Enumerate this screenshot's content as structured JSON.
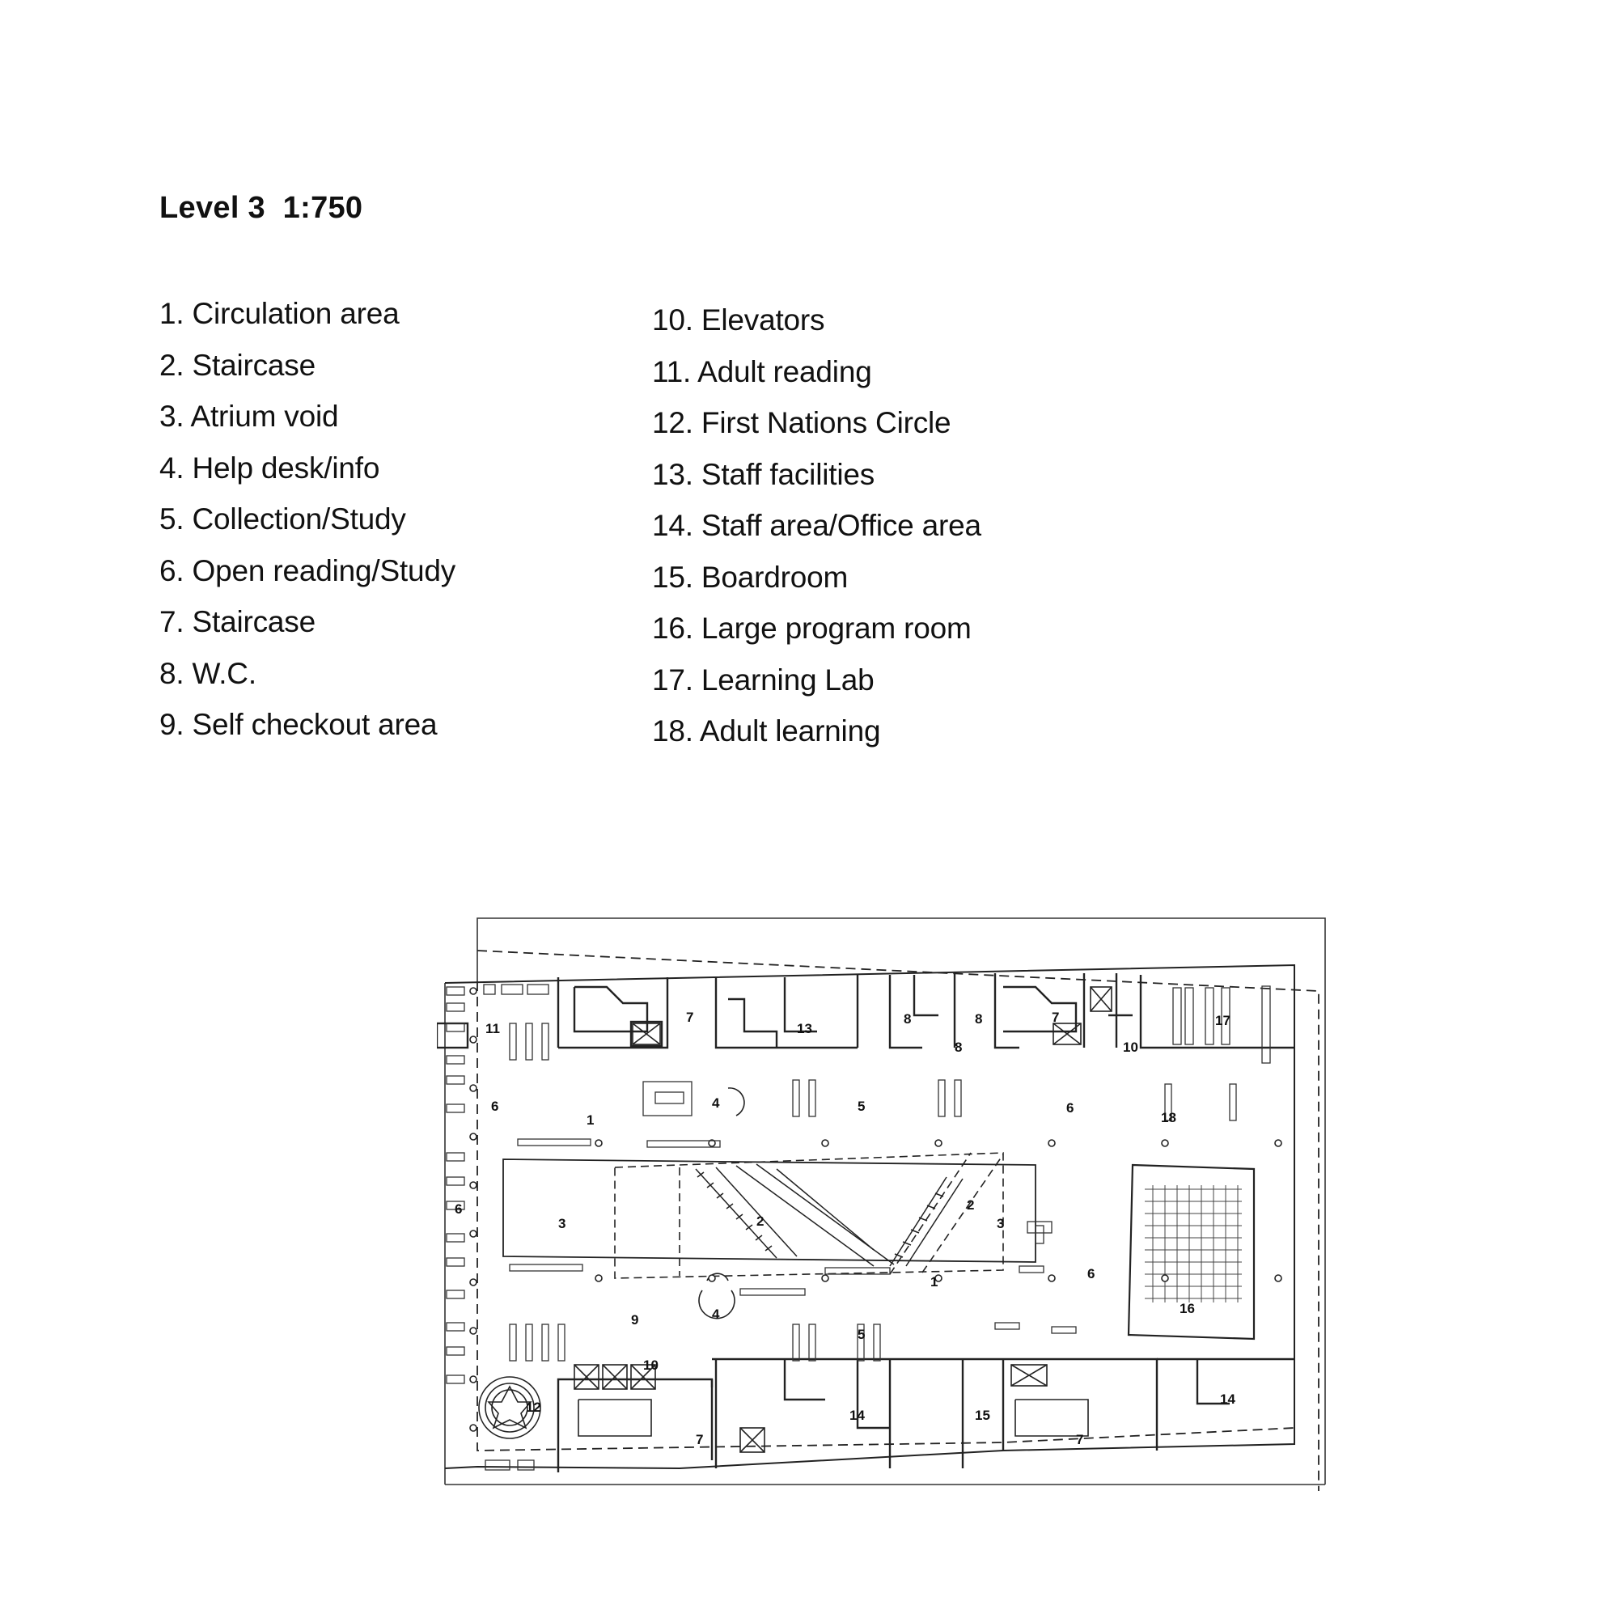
{
  "title": "Level 3  1:750",
  "legend": {
    "left": [
      "1. Circulation area",
      "2. Staircase",
      "3. Atrium void",
      "4. Help desk/info",
      "5. Collection/Study",
      "6. Open reading/Study",
      "7. Staircase",
      "8. W.C.",
      "9. Self checkout area"
    ],
    "right": [
      "10. Elevators",
      "11. Adult reading",
      "12. First Nations Circle",
      "13. Staff facilities",
      "14. Staff area/Office area",
      "15. Boardroom",
      "16. Large program room",
      "17. Learning Lab",
      "18. Adult learning"
    ]
  },
  "plan_labels": {
    "l1a": "1",
    "l1b": "1",
    "l2a": "2",
    "l2b": "2",
    "l3a": "3",
    "l3b": "3",
    "l4a": "4",
    "l4b": "4",
    "l5a": "5",
    "l5b": "5",
    "l6a": "6",
    "l6b": "6",
    "l6c": "6",
    "l6d": "6",
    "l7a": "7",
    "l7b": "7",
    "l7c": "7",
    "l7d": "7",
    "l8a": "8",
    "l8b": "8",
    "l8c": "8",
    "l9": "9",
    "l10a": "10",
    "l10b": "10",
    "l11": "11",
    "l12": "12",
    "l13": "13",
    "l14a": "14",
    "l14b": "14",
    "l15": "15",
    "l16": "16",
    "l17": "17",
    "l18": "18"
  }
}
